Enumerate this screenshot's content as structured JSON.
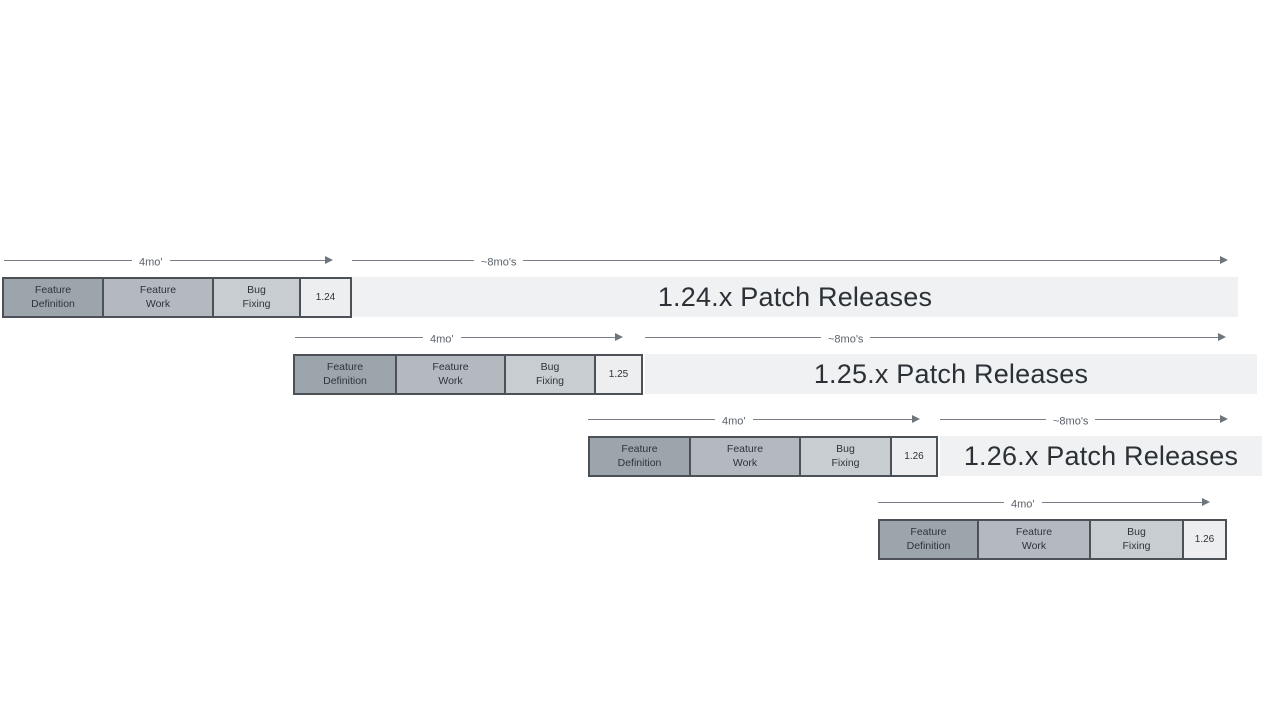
{
  "diagram": {
    "description": "software release cadence timeline",
    "phase_labels": {
      "feature_definition": "Feature\nDefinition",
      "feature_work": "Feature\nWork",
      "bug_fixing": "Bug\nFixing"
    },
    "rows": [
      {
        "version": "1.24",
        "dev_duration": "4mo'",
        "patch_duration": "~8mo's",
        "patch_label": "1.24.x Patch Releases"
      },
      {
        "version": "1.25",
        "dev_duration": "4mo'",
        "patch_duration": "~8mo's",
        "patch_label": "1.25.x Patch Releases"
      },
      {
        "version": "1.26",
        "dev_duration": "4mo'",
        "patch_duration": "~8mo's",
        "patch_label": "1.26.x Patch Releases"
      },
      {
        "version": "1.26",
        "dev_duration": "4mo'"
      }
    ],
    "colors": {
      "feature_definition_box": "#9ca4ac",
      "feature_work_box": "#b3b9bf",
      "bug_fixing_box": "#c8cdd1",
      "version_box": "#eceeef",
      "box_border": "#4b5157",
      "patch_bar": "#eff1f2",
      "arrow_line": "#787f86",
      "duration_label_text": "#5a6169",
      "patch_label_text": "#2b3136",
      "background": "#ffffff"
    }
  }
}
